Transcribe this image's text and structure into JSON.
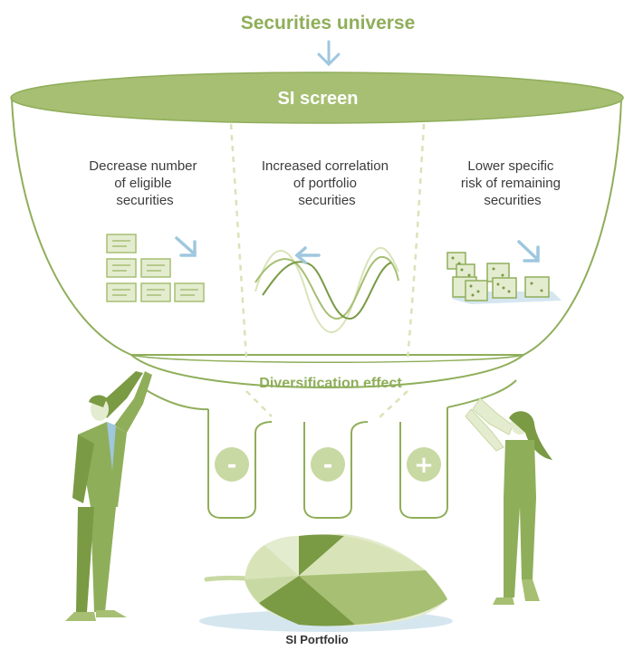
{
  "title": "Securities universe",
  "screen_label": "SI screen",
  "columns": [
    {
      "lines": [
        "Decrease number",
        "of eligible",
        "securities"
      ]
    },
    {
      "lines": [
        "Increased correlation",
        "of portfolio",
        "securities"
      ]
    },
    {
      "lines": [
        "Lower specific",
        "risk of remaining",
        "securities"
      ]
    }
  ],
  "diversification_label": "Diversification effect",
  "outlet_signs": [
    "-",
    "-",
    "+"
  ],
  "bottom_label": "SI Portfolio",
  "colors": {
    "green_dark": "#7a9a44",
    "green_mid": "#a6bf72",
    "green_light": "#c9d9a3",
    "green_pale": "#e4ecd0",
    "arrow_blue": "#9fc7df",
    "line_green": "#8fae5a"
  },
  "icons": [
    "down-arrow-icon",
    "documents-icon",
    "sine-waves-icon",
    "dice-icon",
    "leaf-pie-icon",
    "man-figure-icon",
    "woman-figure-icon"
  ]
}
